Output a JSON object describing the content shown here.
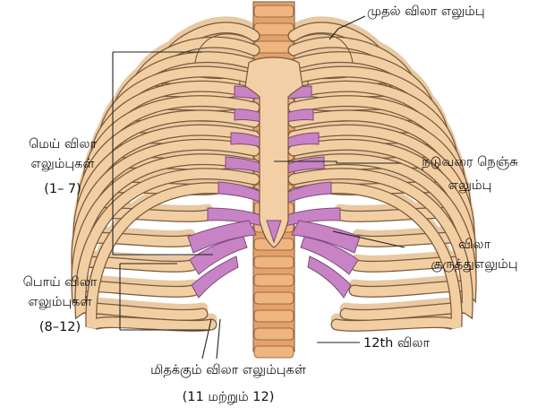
{
  "labels": {
    "first_rib": "முதல் விலா எலும்பு",
    "true_ribs": [
      "மெய் விலா",
      "எலும்புகள்",
      "(1– 7)"
    ],
    "sternum": [
      "நடுவரை நெஞ்சு",
      "எலும்பு"
    ],
    "costal_cartilage": [
      "விலா",
      "குருத்துஎலும்பு"
    ],
    "false_ribs": [
      "பொய் விலா",
      "எலும்புகள்",
      "(8–12)"
    ],
    "twelfth_rib": "12th விலா",
    "floating_ribs": [
      "மிதக்கும் விலா எலும்புகள்",
      "(11 மற்றும் 12)"
    ]
  },
  "colors": {
    "bone": "#f2cfa3",
    "bone_outline": "#7a5a3c",
    "cartilage": "#c783c4",
    "cartilage_outline": "#7d4a7c",
    "sternum": "#f3cfa6",
    "vertebra": "#e9a46a",
    "leader_line": "#222222"
  }
}
